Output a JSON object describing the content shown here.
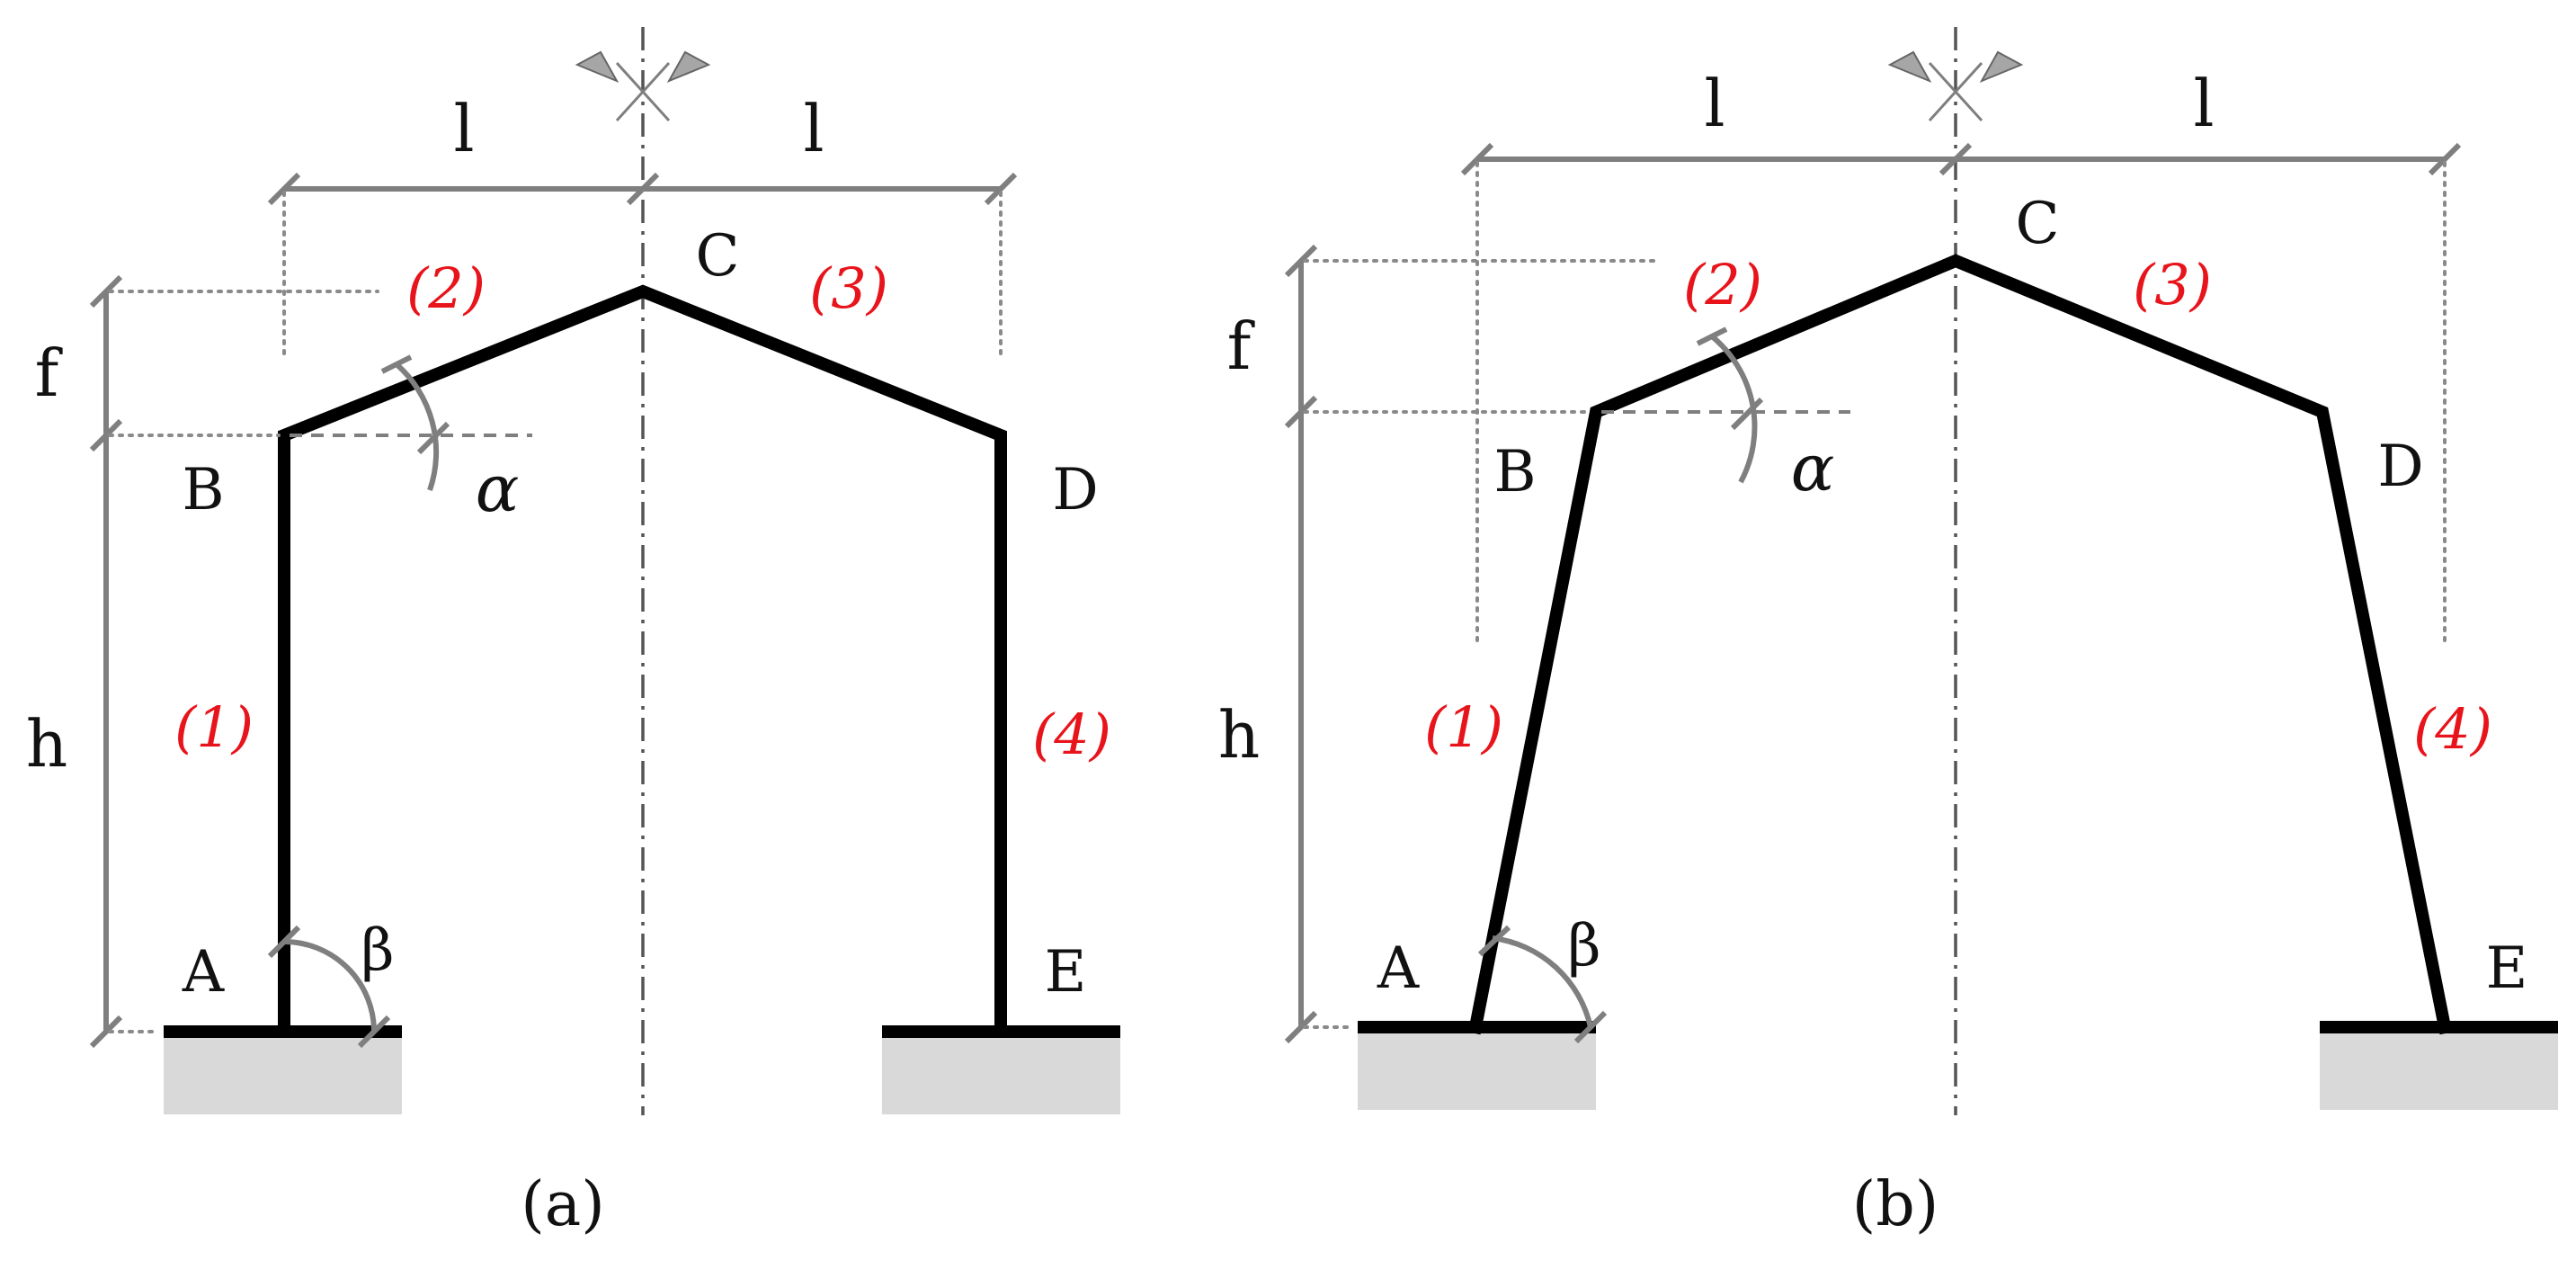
{
  "colors": {
    "member": "#000000",
    "dimension": "#7f7f7f",
    "member_number": "#e8141b",
    "support_fill": "#d9d9d9"
  },
  "panels": [
    {
      "caption": "(a)",
      "nodes": {
        "A": "A",
        "B": "B",
        "C": "C",
        "D": "D",
        "E": "E"
      },
      "members": {
        "m1": "(1)",
        "m2": "(2)",
        "m3": "(3)",
        "m4": "(4)"
      },
      "dims": {
        "l_left": "l",
        "l_right": "l",
        "f": "f",
        "h": "h"
      },
      "angles": {
        "alpha": "α",
        "beta": "β"
      }
    },
    {
      "caption": "(b)",
      "nodes": {
        "A": "A",
        "B": "B",
        "C": "C",
        "D": "D",
        "E": "E"
      },
      "members": {
        "m1": "(1)",
        "m2": "(2)",
        "m3": "(3)",
        "m4": "(4)"
      },
      "dims": {
        "l_left": "l",
        "l_right": "l",
        "f": "f",
        "h": "h"
      },
      "angles": {
        "alpha": "α",
        "beta": "β"
      }
    }
  ]
}
